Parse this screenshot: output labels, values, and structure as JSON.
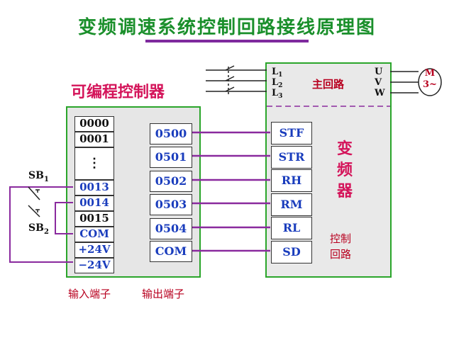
{
  "title": "变频调速系统控制回路接线原理图",
  "plc": {
    "label": "可编程控制器",
    "inputs": [
      "0000",
      "0001",
      "0013",
      "0014",
      "0015",
      "COM",
      "+24V",
      "−24V"
    ],
    "input_dots": "⋮",
    "outputs": [
      "0500",
      "0501",
      "0502",
      "0503",
      "0504",
      "COM"
    ],
    "input_label": "输入端子",
    "output_label": "输出端子"
  },
  "switches": {
    "sb1": "SB1",
    "sb2": "SB2"
  },
  "power": {
    "lines": [
      "L1",
      "L2",
      "L3"
    ],
    "outputs": [
      "U",
      "V",
      "W"
    ],
    "main_circuit": "主回路",
    "motor_line1": "M",
    "motor_line2": "3~"
  },
  "vfd": {
    "title": "变频器",
    "terminals": [
      "STF",
      "STR",
      "RH",
      "RM",
      "RL",
      "SD"
    ],
    "control_circuit": "控制回路"
  },
  "colors": {
    "green": "#2aa52a",
    "purple": "#8a2a9e",
    "magenta": "#d4145a",
    "blue": "#1a3dbd",
    "dark_red": "#b8001f"
  }
}
